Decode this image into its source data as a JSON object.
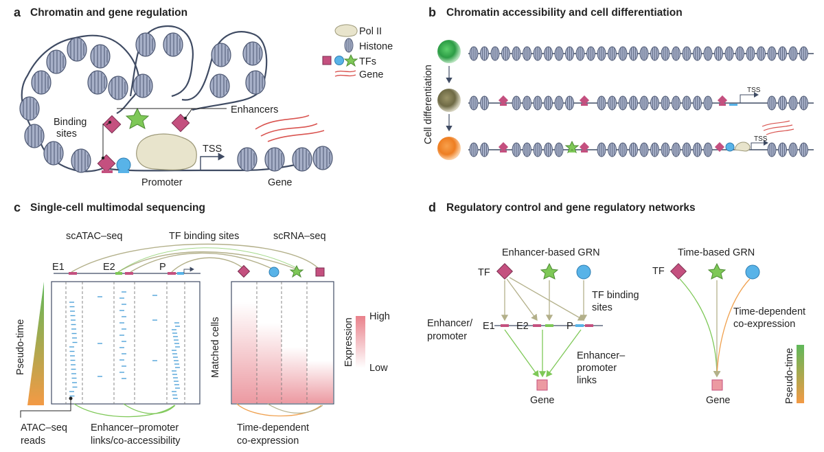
{
  "panels": {
    "a": {
      "letter": "a",
      "title": "Chromatin and gene regulation"
    },
    "b": {
      "letter": "b",
      "title": "Chromatin accessibility and cell differentiation"
    },
    "c": {
      "letter": "c",
      "title": "Single-cell multimodal sequencing"
    },
    "d": {
      "letter": "d",
      "title": "Regulatory control and gene regulatory networks"
    }
  },
  "legend": {
    "pol2": "Pol II",
    "histone": "Histone",
    "tfs": "TFs",
    "gene": "Gene"
  },
  "a": {
    "binding_sites_1": "Binding",
    "binding_sites_2": "sites",
    "enhancers": "Enhancers",
    "tss": "TSS",
    "promoter": "Promoter",
    "gene": "Gene"
  },
  "b": {
    "axis": "Cell differentiation",
    "tss": "TSS"
  },
  "c": {
    "scatac": "scATAC–seq",
    "tf_binding": "TF binding sites",
    "scrna": "scRNA–seq",
    "e1": "E1",
    "e2": "E2",
    "p": "P",
    "pseudotime": "Pseudo-time",
    "matched": "Matched cells",
    "expression": "Expression",
    "high": "High",
    "low": "Low",
    "atac_reads_1": "ATAC–seq",
    "atac_reads_2": "reads",
    "ep_links_1": "Enhancer–promoter",
    "ep_links_2": "links/co-accessibility",
    "tdc_1": "Time-dependent",
    "tdc_2": "co-expression"
  },
  "d": {
    "enh_grn": "Enhancer-based GRN",
    "time_grn": "Time-based GRN",
    "tf": "TF",
    "tfbs_1": "TF binding",
    "tfbs_2": "sites",
    "enh_prom_1": "Enhancer/",
    "enh_prom_2": "promoter",
    "e1": "E1",
    "e2": "E2",
    "p": "P",
    "ep_links_1": "Enhancer–",
    "ep_links_2": "promoter",
    "ep_links_3": "links",
    "gene": "Gene",
    "tdc_1": "Time-dependent",
    "tdc_2": "co-expression",
    "pseudotime": "Pseudo-time"
  },
  "colors": {
    "histone": "#a7b0c8",
    "dna": "#3f4b63",
    "tf_pink": "#c4507f",
    "tf_blue": "#58b3e8",
    "tf_green": "#7ec857",
    "pol2": "#e8e4cc",
    "gene_red": "#d9534f",
    "read_blue": "#4fa3d8",
    "expr_high": "#e87c85",
    "arrow": "#b3b08a"
  }
}
